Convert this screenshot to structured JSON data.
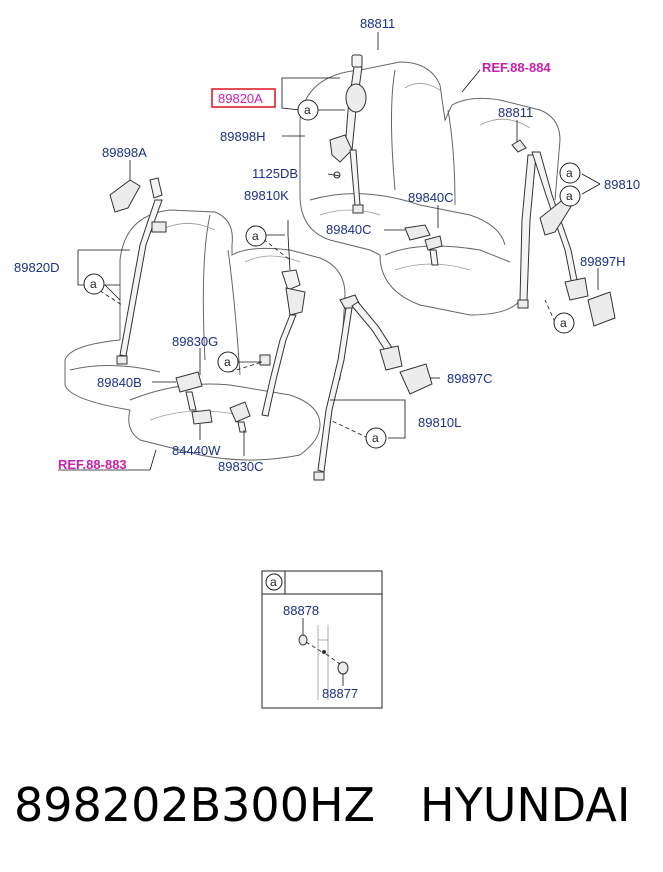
{
  "labels": {
    "p88811_top": "88811",
    "p89820A": "89820A",
    "p89898H": "89898H",
    "p1125DB": "1125DB",
    "p89810K": "89810K",
    "p88811_right": "88811",
    "p89840C_a": "89840C",
    "p89840C_b": "89840C",
    "p89810": "89810",
    "p89897H": "89897H",
    "p89898A": "89898A",
    "p89820D": "89820D",
    "p89830G": "89830G",
    "p89840B": "89840B",
    "p89897C": "89897C",
    "p89810L": "89810L",
    "p84440W": "84440W",
    "p89830C": "89830C",
    "p88878": "88878",
    "p88877": "88877"
  },
  "refs": {
    "ref_884": "REF.88-884",
    "ref_883": "REF.88-883"
  },
  "circle_marker": "a",
  "footer": {
    "part_number": "898202B300HZ",
    "brand": "HYUNDAI"
  },
  "colors": {
    "label": "#1c2f8c",
    "reference": "#c81fae",
    "highlight_box": "#e0202a"
  }
}
